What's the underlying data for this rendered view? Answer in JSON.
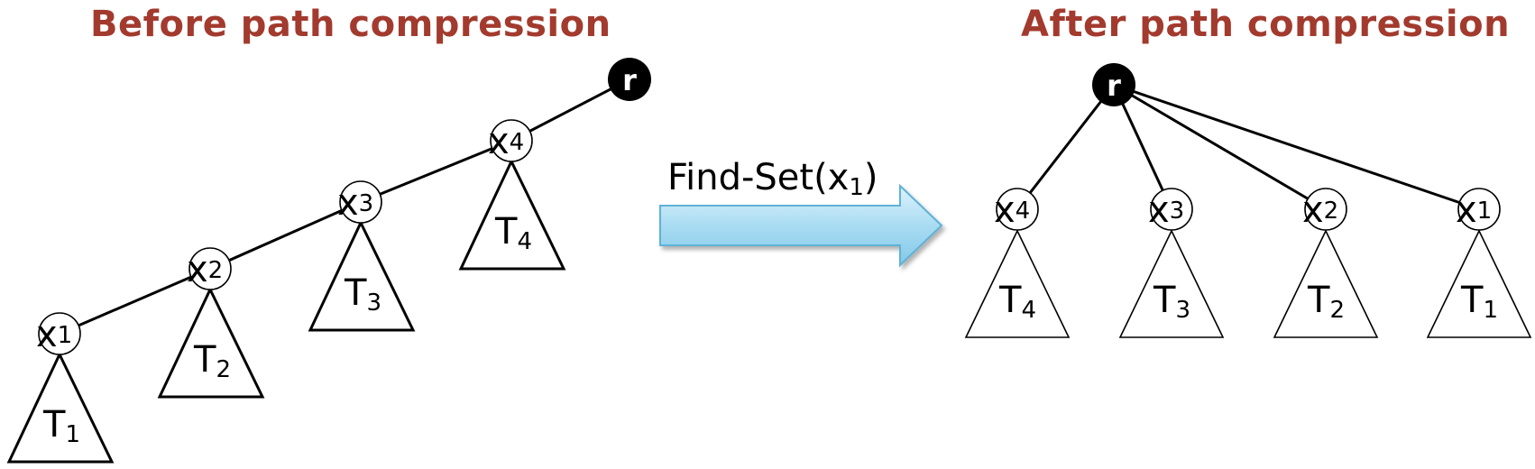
{
  "title_before": "Before path compression",
  "title_after": "After path compression",
  "title_color": "#a33a2e",
  "operation": {
    "label": "Find-Set(x",
    "subscript": "1",
    "closing": ")"
  },
  "arrow_color": "#9fd6ef",
  "highlight_color": "#7f9ccf",
  "root_label": "r",
  "nodes": [
    {
      "letter": "x",
      "index": "1",
      "subtree": "T",
      "subtree_index": "1"
    },
    {
      "letter": "x",
      "index": "2",
      "subtree": "T",
      "subtree_index": "2"
    },
    {
      "letter": "x",
      "index": "3",
      "subtree": "T",
      "subtree_index": "3"
    },
    {
      "letter": "x",
      "index": "4",
      "subtree": "T",
      "subtree_index": "4"
    }
  ]
}
